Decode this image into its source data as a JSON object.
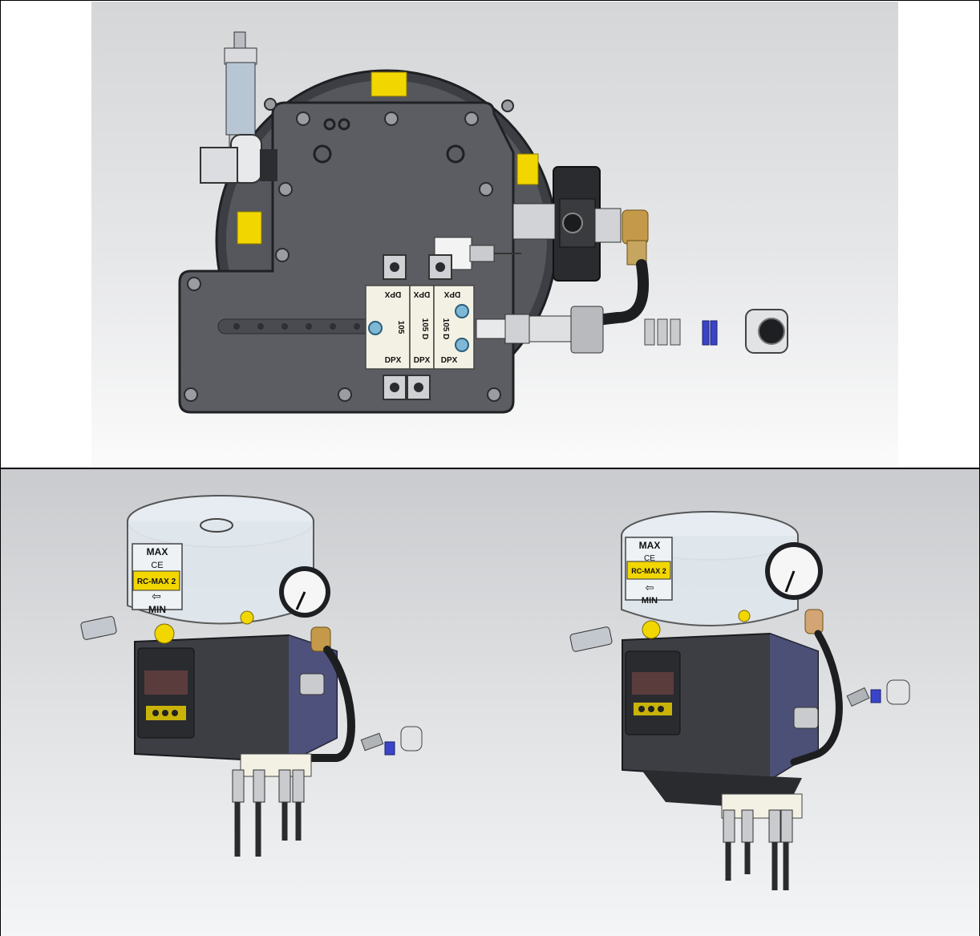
{
  "top_view": {
    "block_labels": [
      {
        "top": "DPX",
        "mid": "105",
        "bottom": "DPX"
      },
      {
        "top": "DPX",
        "mid": "105 D",
        "bottom": "DPX"
      },
      {
        "top": "DPX",
        "mid": "105 D",
        "bottom": "DPX"
      }
    ]
  },
  "left_pump": {
    "max": "MAX",
    "ce": "CE",
    "brand": "RC-MAX 2",
    "min": "MIN"
  },
  "right_pump": {
    "max": "MAX",
    "ce": "CE",
    "brand": "RC-MAX 2",
    "min": "MIN"
  },
  "colors": {
    "housing": "#4a4c52",
    "yellow": "#f2d600",
    "valve_block": "#f3f1e4",
    "blue_plug": "#3a44c8",
    "reservoir": "#e8eef2"
  }
}
